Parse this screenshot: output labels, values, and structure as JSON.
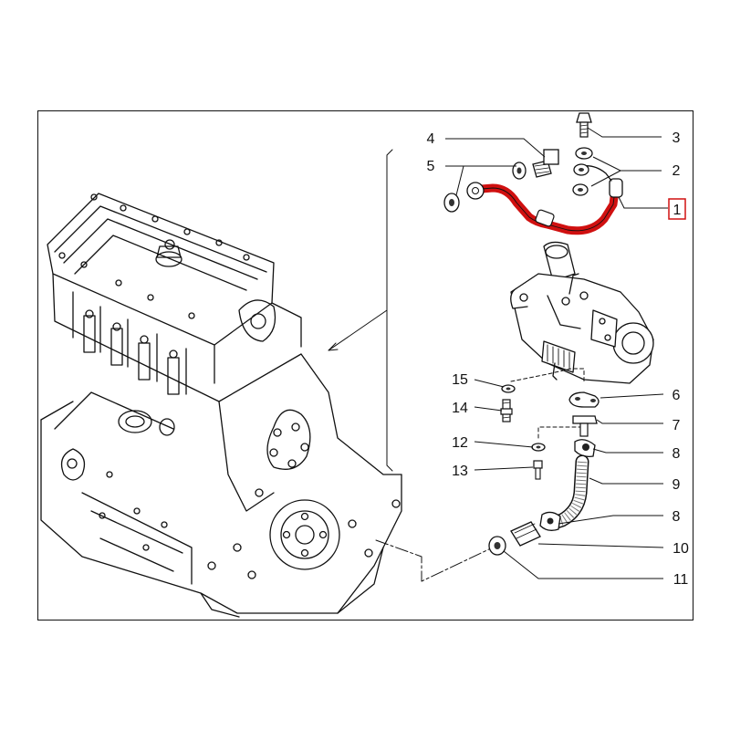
{
  "diagram": {
    "highlight_color": "#d01010",
    "callouts": [
      {
        "id": "1",
        "text": "1",
        "highlighted": true
      },
      {
        "id": "2",
        "text": "2"
      },
      {
        "id": "3",
        "text": "3"
      },
      {
        "id": "4",
        "text": "4"
      },
      {
        "id": "5",
        "text": "5"
      },
      {
        "id": "6",
        "text": "6"
      },
      {
        "id": "7",
        "text": "7"
      },
      {
        "id": "8a",
        "text": "8"
      },
      {
        "id": "9",
        "text": "9"
      },
      {
        "id": "8b",
        "text": "8"
      },
      {
        "id": "10",
        "text": "10"
      },
      {
        "id": "11",
        "text": "11"
      },
      {
        "id": "12",
        "text": "12"
      },
      {
        "id": "13",
        "text": "13"
      },
      {
        "id": "14",
        "text": "14"
      },
      {
        "id": "15",
        "text": "15"
      }
    ]
  }
}
